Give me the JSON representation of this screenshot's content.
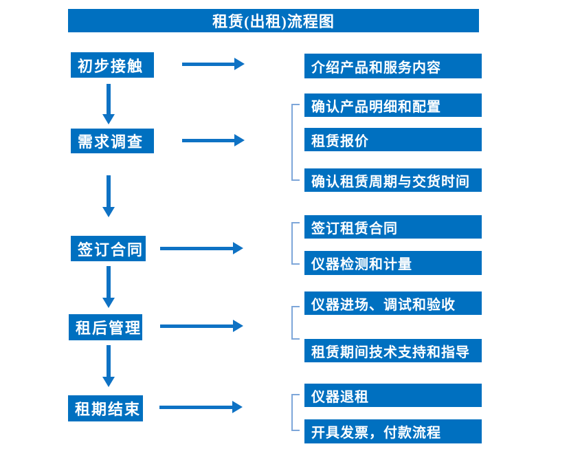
{
  "title": "租赁(出租)流程图",
  "colors": {
    "primary": "#0070C0",
    "arrow": "#0E72C4",
    "bracket": "#7DA6D9",
    "box_text": "#FFFFFF",
    "background": "#FFFFFF"
  },
  "stages": [
    {
      "label": "初步接触",
      "outputs": [
        "介绍产品和服务内容"
      ]
    },
    {
      "label": "需求调查",
      "outputs": [
        "确认产品明细和配置",
        "租赁报价",
        "确认租赁周期与交货时间"
      ]
    },
    {
      "label": "签订合同",
      "outputs": [
        "签订租赁合同",
        "仪器检测和计量"
      ]
    },
    {
      "label": "租后管理",
      "outputs": [
        "仪器进场、调试和验收",
        "租赁期间技术支持和指导"
      ]
    },
    {
      "label": "租期结束",
      "outputs": [
        "仪器退租",
        "开具发票，付款流程"
      ]
    }
  ]
}
